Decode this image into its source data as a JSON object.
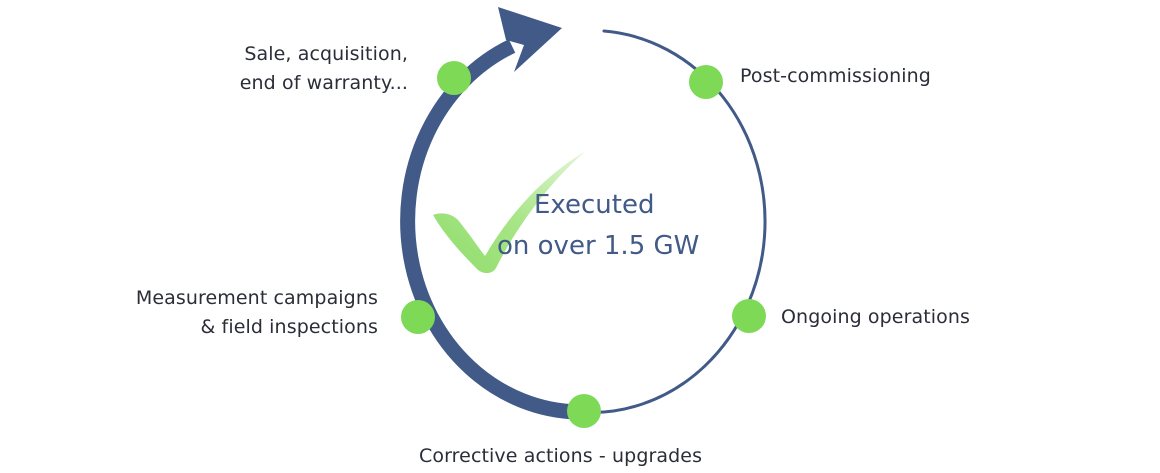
{
  "center": {
    "line1": "Executed",
    "line2": "on over 1.5 GW"
  },
  "stages": {
    "post_commissioning": "Post-commissioning",
    "ongoing_operations": "Ongoing operations",
    "corrective_actions": "Corrective actions - upgrades",
    "measurement_line1": "Measurement campaigns",
    "measurement_line2": "& field inspections",
    "sale_line1": "Sale, acquisition,",
    "sale_line2": "end of warranty..."
  },
  "colors": {
    "cycle_navy": "#415a87",
    "node_green": "#7ed957",
    "check_green": "#a6e57f",
    "label_text": "#2b2d38",
    "center_text": "#415a87"
  },
  "icons": {
    "center_mark": "checkmark-icon",
    "cycle_arrow": "arrow-head-icon"
  }
}
